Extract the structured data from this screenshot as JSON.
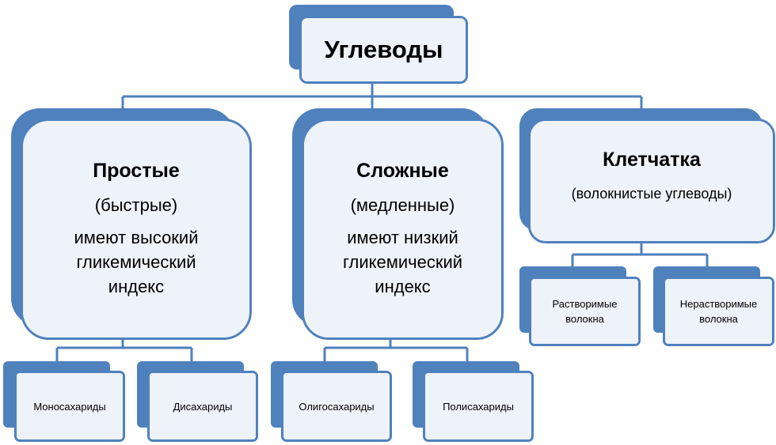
{
  "colors": {
    "accent": "#4f81bd",
    "box_fill": "#eef2f9"
  },
  "root": {
    "title": "Углеводы"
  },
  "simple": {
    "title": "Простые",
    "subtitle": "(быстрые)",
    "desc": [
      "имеют высокий",
      "гликемический",
      "индекс"
    ],
    "children": [
      "Моносахариды",
      "Дисахариды"
    ]
  },
  "complex": {
    "title": "Сложные",
    "subtitle": "(медленные)",
    "desc": [
      "имеют низкий",
      "гликемический",
      "индекс"
    ],
    "children": [
      "Олигосахариды",
      "Полисахариды"
    ]
  },
  "fiber": {
    "title": "Клетчатка",
    "subtitle": "(волокнистые углеводы)",
    "children": [
      [
        "Растворимые",
        "волокна"
      ],
      [
        "Нерастворимые",
        "волокна"
      ]
    ]
  }
}
